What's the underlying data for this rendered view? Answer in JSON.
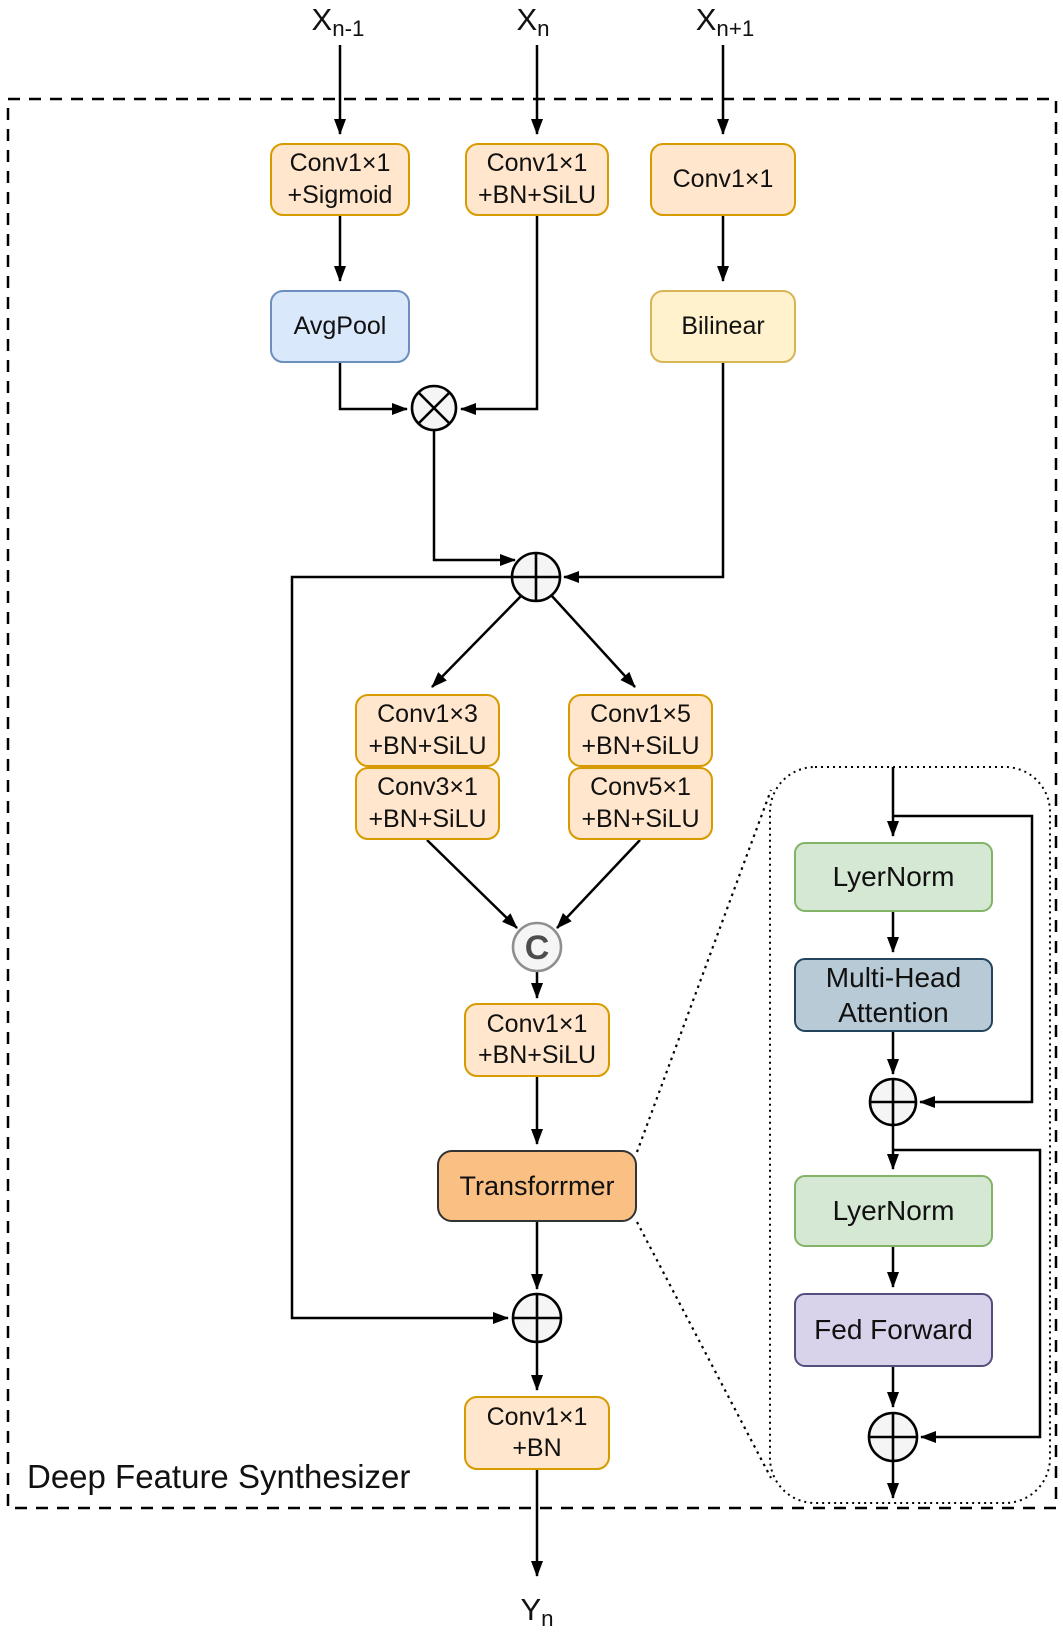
{
  "figure": {
    "title": "Deep Feature Synthesizer",
    "inputs": [
      {
        "base": "X",
        "sub": "n-1"
      },
      {
        "base": "X",
        "sub": "n"
      },
      {
        "base": "X",
        "sub": "n+1"
      }
    ],
    "output": {
      "base": "Y",
      "sub": "n"
    },
    "main": {
      "conv_sigmoid": "Conv1×1\n+Sigmoid",
      "conv_bn_silu": "Conv1×1\n+BN+SiLU",
      "conv_plain": "Conv1×1",
      "avgpool": "AvgPool",
      "bilinear": "Bilinear",
      "conv1x3": "Conv1×3\n+BN+SiLU",
      "conv3x1": "Conv3×1\n+BN+SiLU",
      "conv1x5": "Conv1×5\n+BN+SiLU",
      "conv5x1": "Conv5×1\n+BN+SiLU",
      "conv_fuse": "Conv1×1\n+BN+SiLU",
      "transformer": "Transforrmer",
      "conv_out": "Conv1×1\n+BN"
    },
    "transformer_detail": {
      "layernorm_top": "LyerNorm",
      "attention": "Multi-Head\nAttention",
      "layernorm_bottom": "LyerNorm",
      "feedforward": "Fed Forward"
    },
    "operators": {
      "multiply": "×",
      "add": "+",
      "concat": "C"
    },
    "colors": {
      "conv_fill": "#FFE6CC",
      "conv_stroke": "#D79B00",
      "avgpool_fill": "#DAE8FC",
      "avgpool_stroke": "#6C8EBF",
      "bilinear_fill": "#FFF2CC",
      "bilinear_stroke": "#D6B656",
      "transformer_fill": "#FAC083",
      "transformer_stroke": "#333333",
      "layernorm_fill": "#D5E8D4",
      "layernorm_stroke": "#82B366",
      "attention_fill": "#B8CAD6",
      "attention_stroke": "#23445D",
      "feedforward_fill": "#D8D2EA",
      "feedforward_stroke": "#544E7E",
      "line": "#000000"
    }
  }
}
